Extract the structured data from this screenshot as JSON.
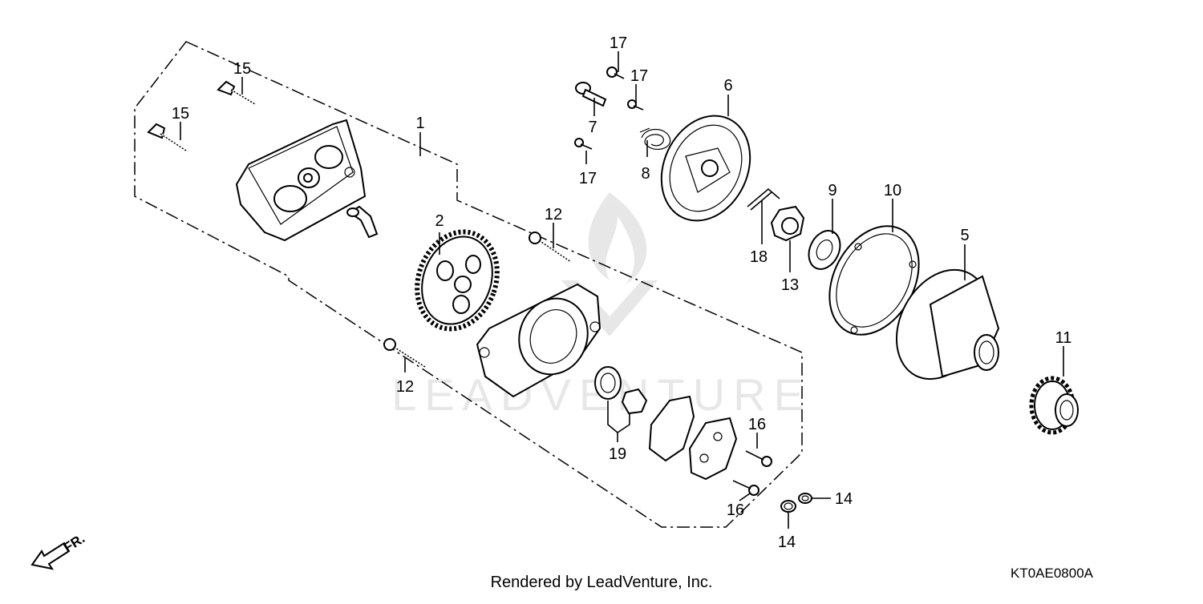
{
  "diagram": {
    "callouts": {
      "c1": "1",
      "c2": "2",
      "c5": "5",
      "c6": "6",
      "c7": "7",
      "c8": "8",
      "c9": "9",
      "c10": "10",
      "c11": "11",
      "c12a": "12",
      "c12b": "12",
      "c13": "13",
      "c14a": "14",
      "c14b": "14",
      "c15a": "15",
      "c15b": "15",
      "c16a": "16",
      "c16b": "16",
      "c17a": "17",
      "c17b": "17",
      "c17c": "17",
      "c18": "18",
      "c19": "19"
    },
    "direction_label": "FR.",
    "watermark": "LEADVENTURE",
    "footer": "Rendered by LeadVenture, Inc.",
    "diagram_code": "KT0AE0800A"
  }
}
